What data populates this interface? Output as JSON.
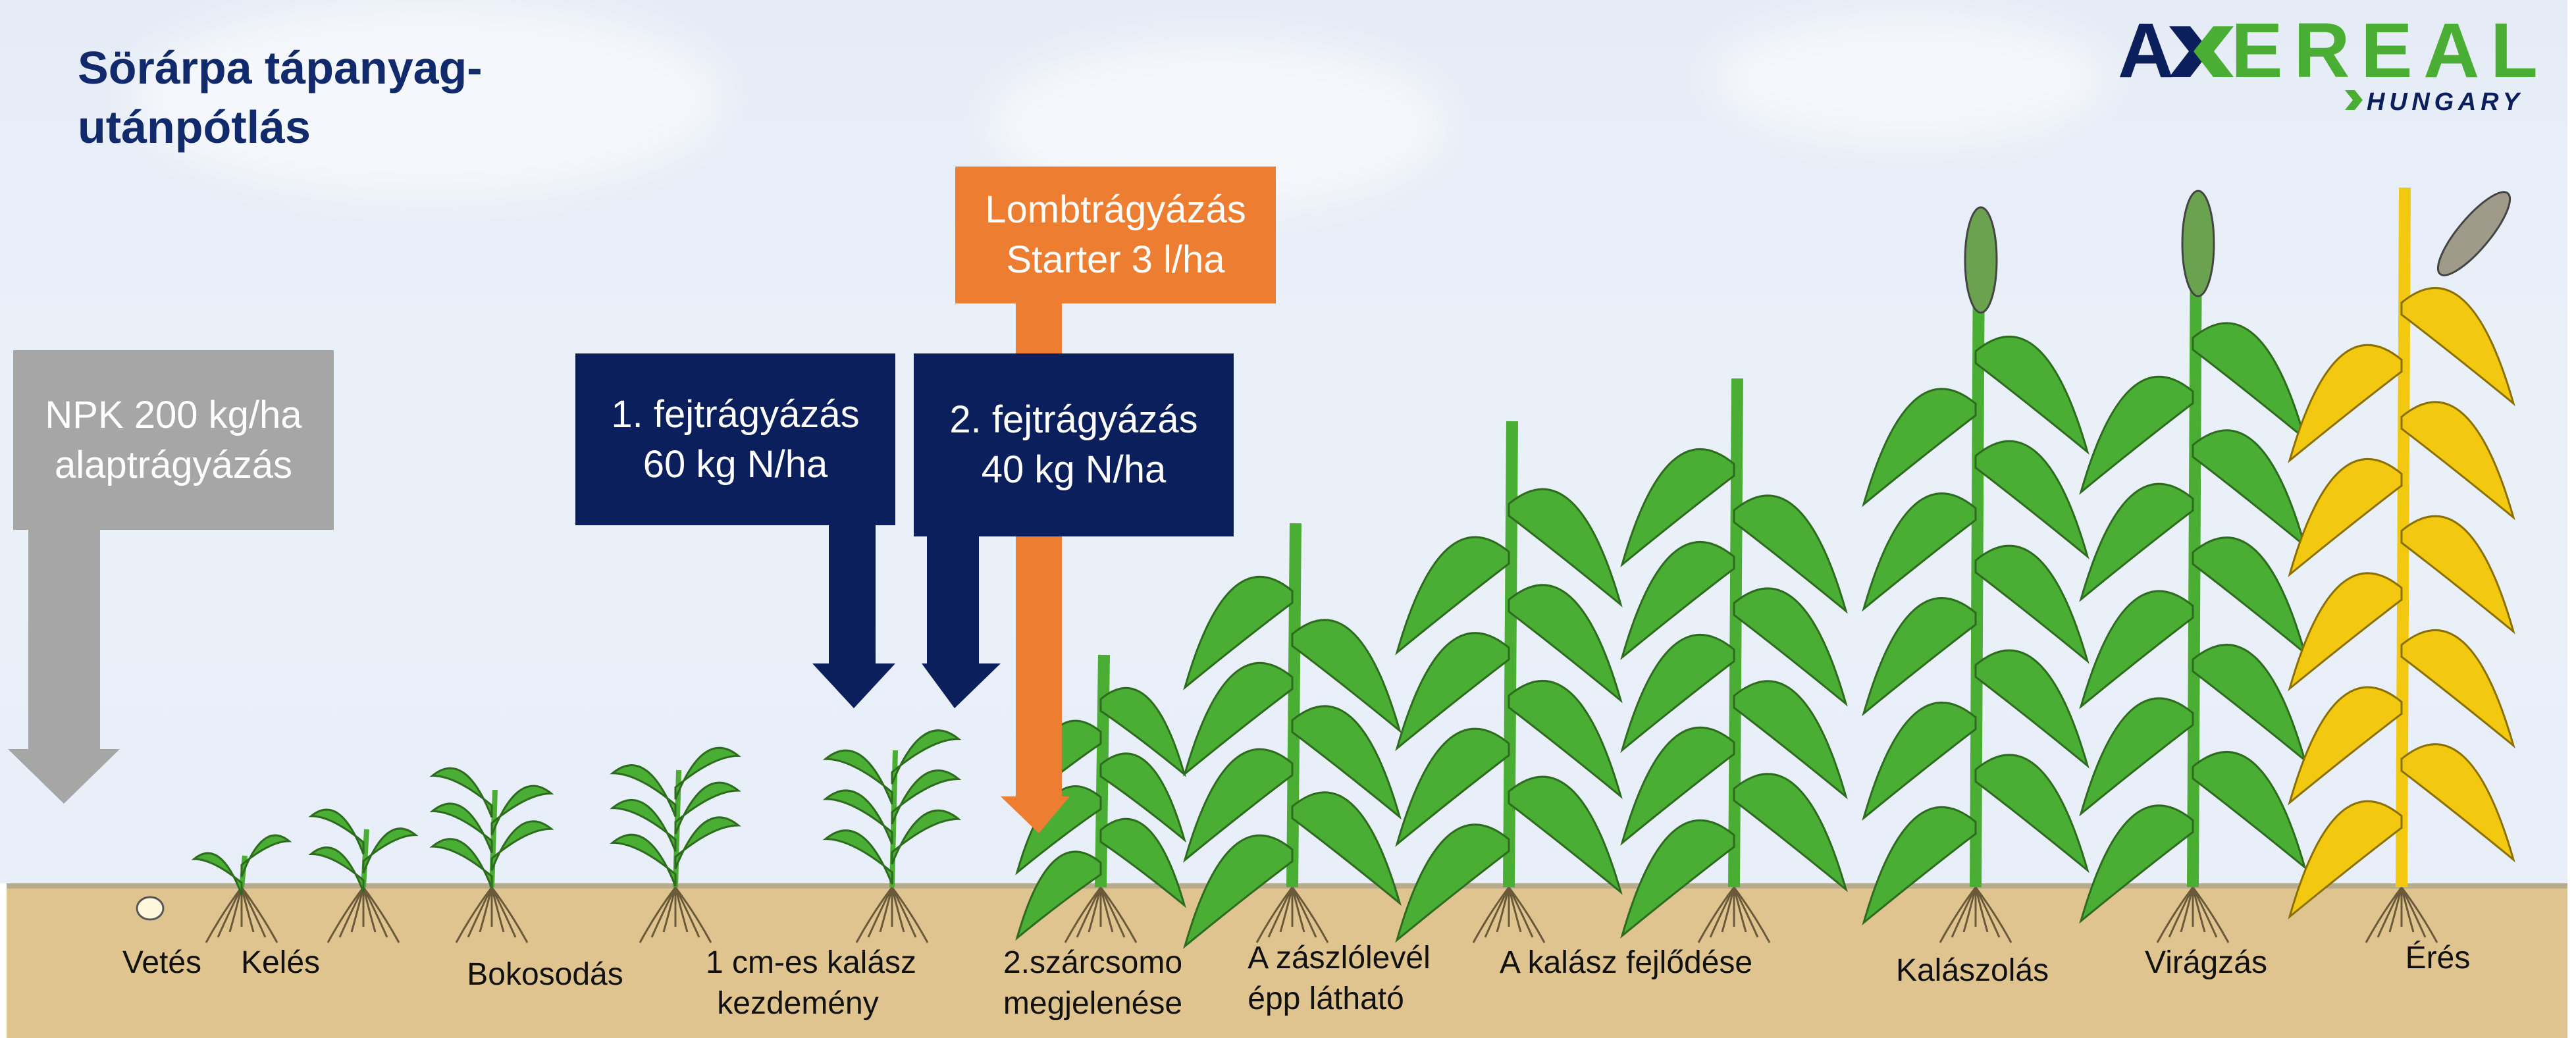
{
  "title": {
    "line1": "Sörárpa tápanyag-",
    "line2": "utánpótlás"
  },
  "logo": {
    "brand": "AXEREAL",
    "sub": "HUNGARY"
  },
  "colors": {
    "navy": "#0b1f5c",
    "green": "#4aad34",
    "orange": "#ed7d31",
    "gray": "#a6a6a6",
    "soil": "#dfc48f"
  },
  "boxes": {
    "npk": {
      "line1": "NPK 200 kg/ha",
      "line2": "alaptrágyázás"
    },
    "fej1": {
      "line1": "1. fejtrágyázás",
      "line2": "60 kg N/ha"
    },
    "fej2": {
      "line1": "2. fejtrágyázás",
      "line2": "40 kg N/ha"
    },
    "lomb": {
      "line1": "Lombtrágyázás",
      "line2": "Starter 3 l/ha"
    }
  },
  "stages": [
    {
      "line1": "Vetés"
    },
    {
      "line1": "Kelés"
    },
    {
      "line1": "Bokosodás"
    },
    {
      "line1": "1 cm-es kalász",
      "line2": "kezdemény"
    },
    {
      "line1": "2.szárcsomo",
      "line2": "megjelenése"
    },
    {
      "line1": "A zászlólevél",
      "line2": "épp látható"
    },
    {
      "line1": "A kalász fejlődése"
    },
    {
      "line1": "Kalászolás"
    },
    {
      "line1": "Virágzás"
    },
    {
      "line1": "Érés"
    }
  ]
}
